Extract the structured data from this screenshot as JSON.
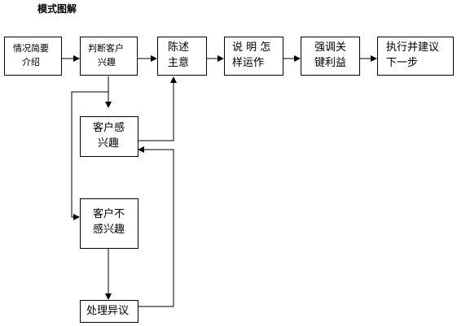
{
  "title": "模式图解",
  "nodes": {
    "intro": {
      "line1": "情况简要",
      "line2": "介绍"
    },
    "judge": {
      "line1": "判断客户",
      "line2": "兴趣"
    },
    "state": {
      "line1": "陈述",
      "line2": "主意"
    },
    "explain": {
      "line1": "说 明 怎",
      "line2": "样运作"
    },
    "emphasize": {
      "line1": "强调关",
      "line2": "键利益"
    },
    "execute": {
      "line1": "执行并建议",
      "line2": "下一步"
    },
    "interested": {
      "line1": "客户感",
      "line2": "兴趣"
    },
    "not_interested": {
      "line1": "客户不",
      "line2": "感兴趣"
    },
    "objection": {
      "line1": "处理异议"
    }
  },
  "colors": {
    "line": "#000000",
    "box_border": "#000000",
    "background": "#ffffff"
  }
}
